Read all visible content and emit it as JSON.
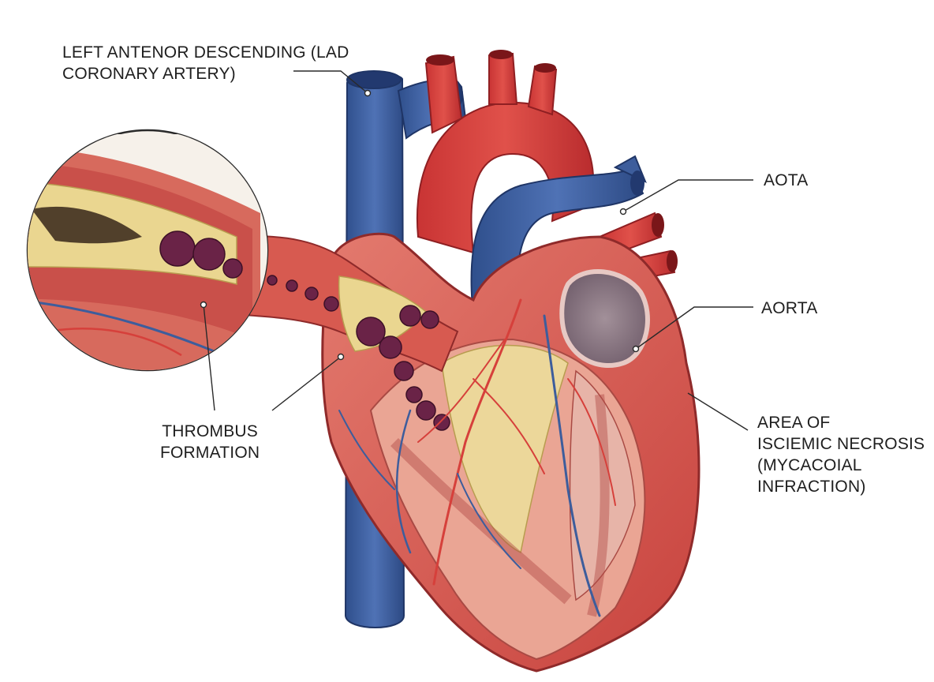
{
  "labels": {
    "lad": [
      "LEFT ANTENOR DESCENDING (LAD",
      "CORONARY ARTERY)"
    ],
    "aota": [
      "AOTA"
    ],
    "aorta": [
      "AORTA"
    ],
    "thrombus": [
      "THROMBUS",
      "FORMATION"
    ],
    "necrosis": [
      "AREA OF",
      "ISCIEMIC NECROSIS",
      "(MYCACOIAL",
      "INFRACTION)"
    ]
  },
  "colors": {
    "muscle_red": "#d8544d",
    "muscle_light": "#e98a7d",
    "artery_red": "#d2393a",
    "vein_blue": "#3f5f9e",
    "plaque_yellow": "#ead690",
    "thrombus_purple": "#6a2347",
    "necrosis_gray": "#8a7a86",
    "leader_line": "#2a2a2a"
  }
}
